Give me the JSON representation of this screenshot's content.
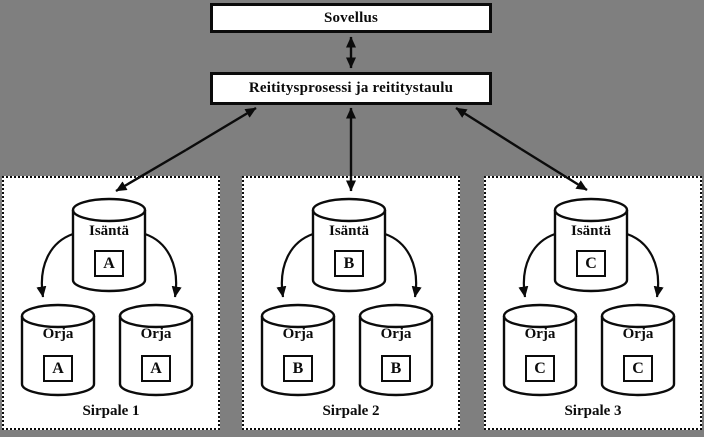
{
  "colors": {
    "background": "#7f7f7f",
    "surface": "#ffffff",
    "line": "#0b0b0b"
  },
  "application_box": {
    "label": "Sovellus"
  },
  "routing_box": {
    "label": "Reititysprosessi ja reititystaulu"
  },
  "shards": [
    {
      "title": "Sirpale 1",
      "master": {
        "role": "Isäntä",
        "letter": "A"
      },
      "slaves": [
        {
          "role": "Orja",
          "letter": "A"
        },
        {
          "role": "Orja",
          "letter": "A"
        }
      ]
    },
    {
      "title": "Sirpale 2",
      "master": {
        "role": "Isäntä",
        "letter": "B"
      },
      "slaves": [
        {
          "role": "Orja",
          "letter": "B"
        },
        {
          "role": "Orja",
          "letter": "B"
        }
      ]
    },
    {
      "title": "Sirpale 3",
      "master": {
        "role": "Isäntä",
        "letter": "C"
      },
      "slaves": [
        {
          "role": "Orja",
          "letter": "C"
        },
        {
          "role": "Orja",
          "letter": "C"
        }
      ]
    }
  ]
}
